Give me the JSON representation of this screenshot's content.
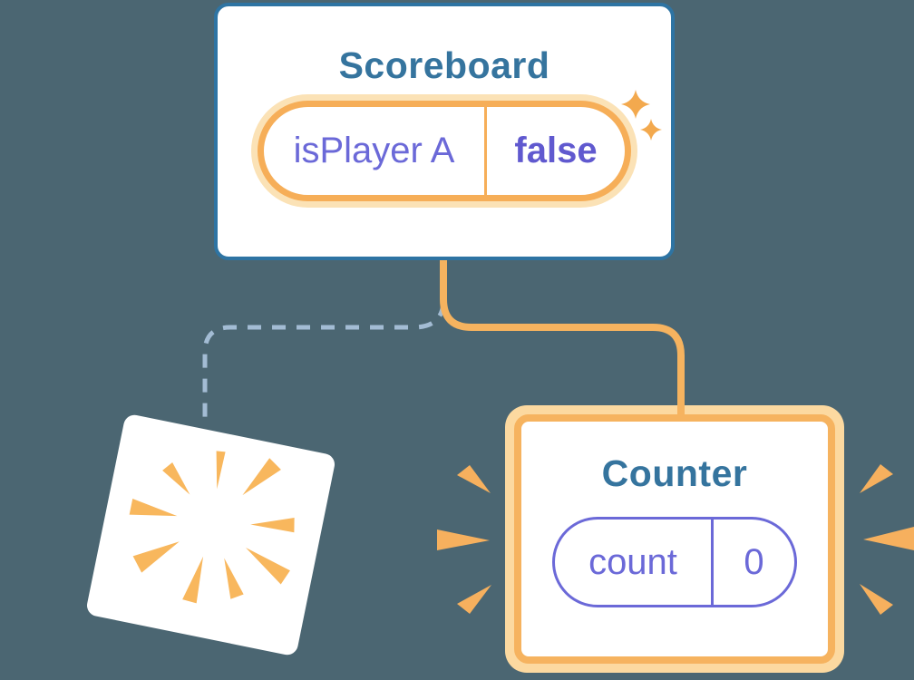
{
  "diagram": {
    "description": "React component tree state diagram: Scoreboard parent keeps its state while one child is destroyed and a Counter child is mounted fresh",
    "scoreboard": {
      "title": "Scoreboard",
      "state": {
        "name": "isPlayer A",
        "value": "false"
      }
    },
    "counter": {
      "title": "Counter",
      "state": {
        "name": "count",
        "value": "0"
      }
    },
    "destroyed_component": {
      "icon": "poof-burst-icon"
    },
    "icons": {
      "sparkles": "sparkles-icon",
      "poof_burst": "poof-burst-icon",
      "emphasis_marks": "emphasis-marks-icon"
    },
    "colors": {
      "background": "#4b6672",
      "card_fill": "#ffffff",
      "card_border_blue": "#2e74a3",
      "title_blue": "#35749e",
      "orange": "#f6ae58",
      "orange_halo": "#fbe2b6",
      "counter_ring": "#fcd9a0",
      "purple": "#6b69d8",
      "dashed_blue": "#a3bcd4"
    }
  }
}
